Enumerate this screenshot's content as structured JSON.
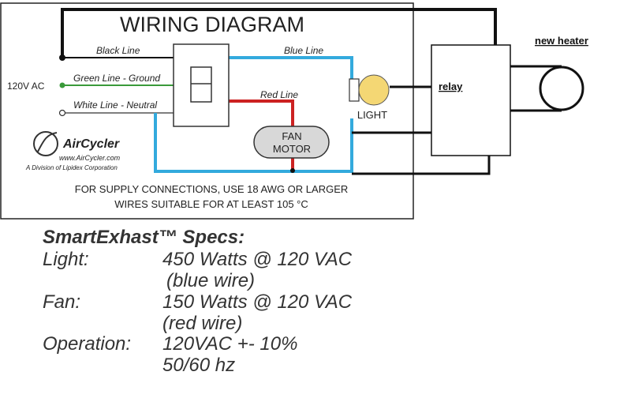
{
  "diagram": {
    "title": "WIRING DIAGRAM",
    "supply_label": "120V AC",
    "wires": {
      "black": "Black Line",
      "green": "Green Line - Ground",
      "white": "White Line - Neutral",
      "blue": "Blue Line",
      "red": "Red Line"
    },
    "fan_motor": [
      "FAN",
      "MOTOR"
    ],
    "light": "LIGHT",
    "relay": "relay",
    "new_heater": "new heater",
    "brand": {
      "name": "AirCycler",
      "url": "www.AirCycler.com",
      "division": "A Division of Lipidex Corporation"
    },
    "note": [
      "FOR SUPPLY CONNECTIONS, USE 18 AWG OR LARGER",
      "WIRES SUITABLE FOR AT LEAST 105 °C"
    ],
    "colors": {
      "black_wire": "#111111",
      "blue_wire": "#33aadd",
      "red_wire": "#cc2222",
      "green_wire": "#3a9a3a",
      "bulb": "#f4d774"
    }
  },
  "specs": {
    "title": "SmartExhast™ Specs:",
    "items": [
      {
        "key": "Light:",
        "lines": [
          "450 Watts @ 120 VAC",
          "(blue wire)"
        ]
      },
      {
        "key": "Fan:",
        "lines": [
          "150 Watts @ 120 VAC",
          "(red wire)"
        ]
      },
      {
        "key": "Operation:",
        "lines": [
          "120VAC +-  10%",
          "50/60 hz"
        ]
      }
    ]
  }
}
